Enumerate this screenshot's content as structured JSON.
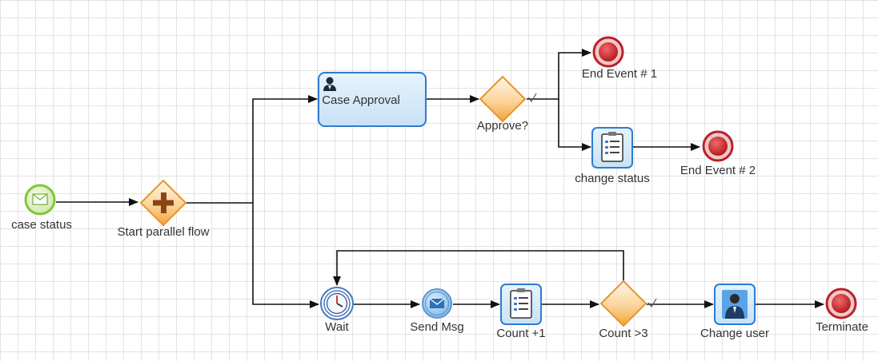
{
  "nodes": {
    "case_status": {
      "label": "case status"
    },
    "start_parallel": {
      "label": "Start parallel flow"
    },
    "case_approval": {
      "label": "Case Approval"
    },
    "approve": {
      "label": "Approve?"
    },
    "end_event_1": {
      "label": "End Event # 1"
    },
    "change_status": {
      "label": "change status"
    },
    "end_event_2": {
      "label": "End Event # 2"
    },
    "wait": {
      "label": "Wait"
    },
    "send_msg": {
      "label": "Send Msg"
    },
    "count_plus": {
      "label": "Count +1"
    },
    "count_gt3": {
      "label": "Count >3"
    },
    "change_user": {
      "label": "Change user"
    },
    "terminate": {
      "label": "Terminate"
    }
  },
  "icons": {
    "start_message": "envelope-icon",
    "parallel_gateway": "plus-icon",
    "user_task": "user-icon",
    "script_task": "clipboard-list-icon",
    "timer": "clock-icon",
    "send_message": "envelope-icon",
    "end_event": "end-event-icon"
  },
  "colors": {
    "task_fill": "#d6ebf9",
    "task_border": "#2e7bcf",
    "gateway_fill": "#f7b454",
    "start_event": "#8fc94a",
    "end_event": "#c8242c"
  }
}
